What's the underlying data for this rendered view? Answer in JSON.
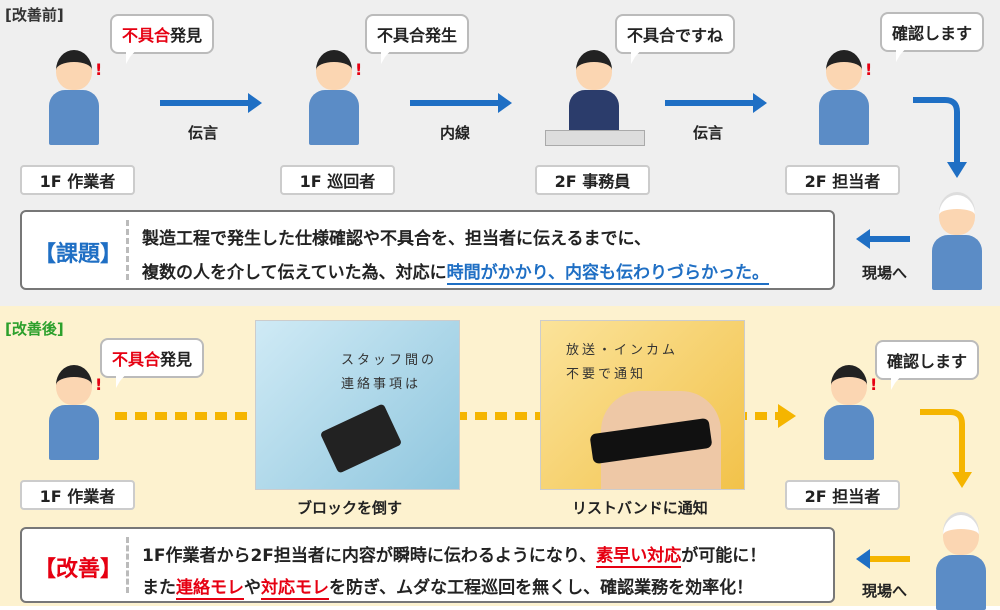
{
  "before": {
    "tag": "[改善前]",
    "bubbles": [
      {
        "red": "不具合",
        "text": "発見"
      },
      {
        "text": "不具合発生"
      },
      {
        "text": "不具合ですね"
      },
      {
        "text": "確認します"
      }
    ],
    "people": [
      "1F 作業者",
      "1F 巡回者",
      "2F 事務員",
      "2F 担当者"
    ],
    "arrows": [
      "伝言",
      "内線",
      "伝言"
    ],
    "to_site": "現場へ",
    "issue": {
      "heading": "【課題】",
      "line1": "製造工程で発生した仕様確認や不具合を、担当者に伝えるまでに、",
      "line2_plain": "複数の人を介して伝えていた為、対応に",
      "line2_highlight": "時間がかかり、内容も伝わりづらかった。"
    },
    "colors": {
      "accent": "#1f6fc4"
    }
  },
  "after": {
    "tag": "[改善後]",
    "bubbles": [
      {
        "red": "不具合",
        "text": "発見"
      },
      {
        "text": "確認します"
      }
    ],
    "people": [
      "1F 作業者",
      "2F 担当者"
    ],
    "photo1": {
      "line1": "スタッフ間の",
      "line2": "連絡事項は",
      "caption": "ブロックを倒す"
    },
    "photo2": {
      "line1": "放送・インカム",
      "line2": "不要で通知",
      "caption": "リストバンドに通知"
    },
    "to_site": "現場へ",
    "improve": {
      "heading": "【改善】",
      "l1a": "1F作業者から2F担当者に内容が瞬時に伝わるようになり、",
      "l1b": "素早い対応",
      "l1c": "が可能に！",
      "l2a": "また",
      "l2b": "連絡モレ",
      "l2c": "や",
      "l2d": "対応モレ",
      "l2e": "を防ぎ、ムダな工程巡回を無くし、確認業務を効率化！"
    },
    "colors": {
      "accent": "#f5b500",
      "tag": "#2ca02c"
    }
  }
}
